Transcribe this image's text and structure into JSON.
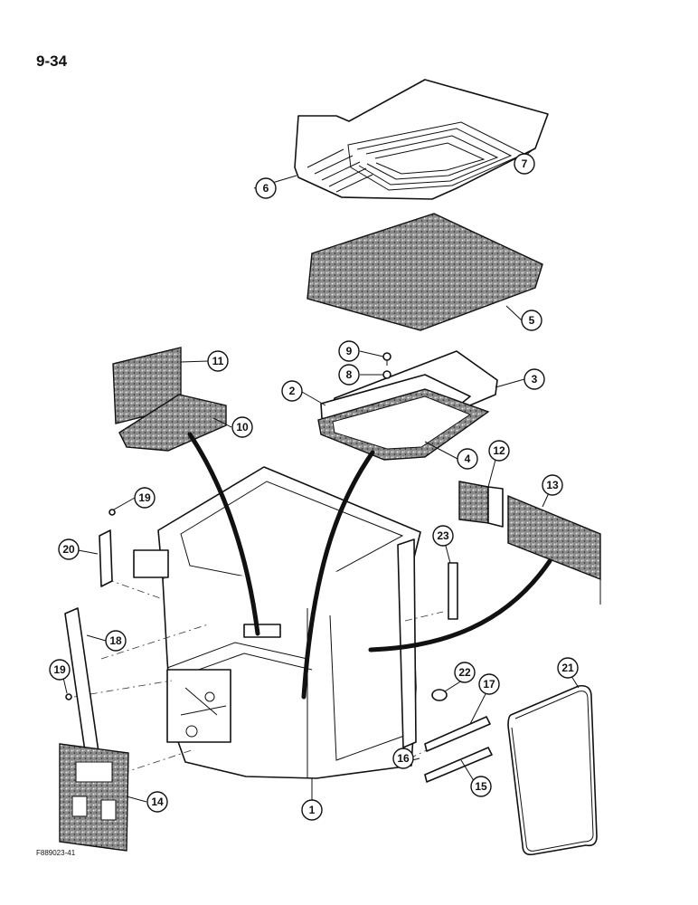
{
  "page": {
    "number": "9-34",
    "figure_code": "F889023-41"
  },
  "callouts": [
    "1",
    "2",
    "3",
    "4",
    "5",
    "6",
    "7",
    "8",
    "9",
    "10",
    "11",
    "12",
    "13",
    "14",
    "15",
    "16",
    "17",
    "18",
    "19",
    "19",
    "20",
    "21",
    "22",
    "23"
  ]
}
